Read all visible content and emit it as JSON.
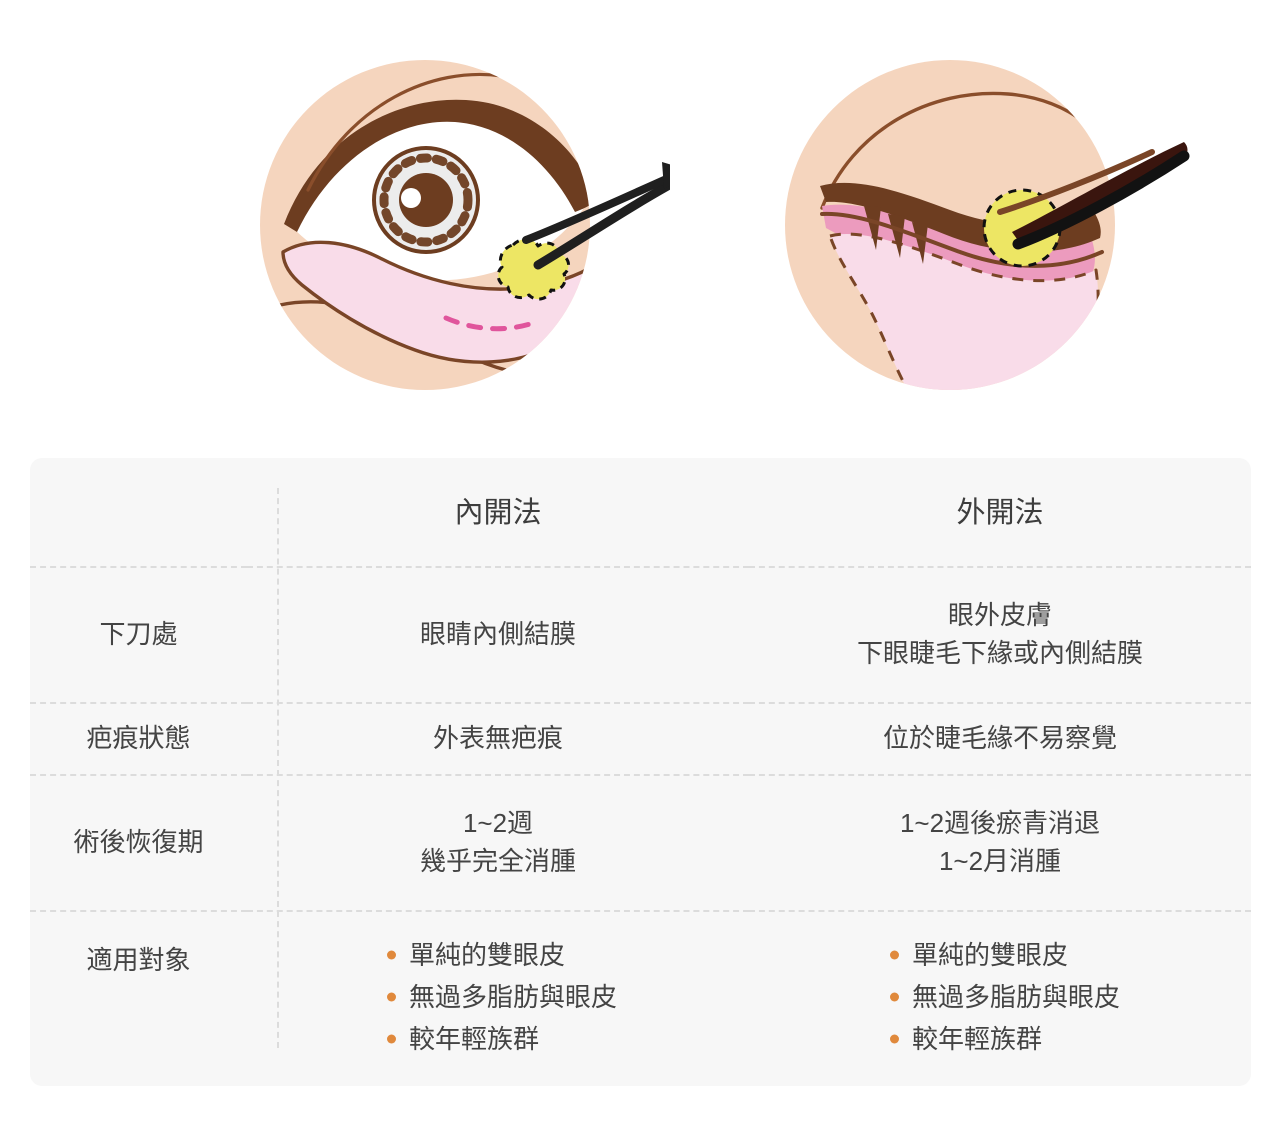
{
  "illustrations": [
    {
      "id": "inner-approach-eye",
      "name": "open-eye-transconjunctival-diagram",
      "colors": {
        "skin": "#f5d5be",
        "outline_brown": "#7a4527",
        "lid_brown": "#6d3d20",
        "eyebag_pink": "#f9dce9",
        "fat_yellow": "#ede664",
        "dashed_pink": "#e0559c",
        "instrument_black": "#1a1a1a",
        "sclera": "#ffffff",
        "iris_light": "#ececec",
        "pupil_brown": "#6d3d20"
      }
    },
    {
      "id": "outer-approach-eye",
      "name": "closed-eye-transcutaneous-diagram",
      "colors": {
        "skin": "#f5d5be",
        "outline_brown": "#7a4527",
        "lid_brown": "#6d3d20",
        "eyebag_pink": "#f9dce9",
        "muscle_pink": "#ec9bbe",
        "fat_yellow": "#ede664",
        "dashed_brown": "#7a4527",
        "instrument_black": "#161616",
        "instrument_dark_red": "#3a150e"
      }
    }
  ],
  "table": {
    "accent_bullet_color": "#e0893c",
    "background_color": "#f7f7f7",
    "divider_color": "#dcdcdc",
    "text_color": "#444444",
    "columns": {
      "label": "",
      "a": "內開法",
      "b": "外開法"
    },
    "rows": [
      {
        "label": "下刀處",
        "a": [
          "眼睛內側結膜"
        ],
        "b": [
          "眼外皮膚",
          "下眼睫毛下緣或內側結膜"
        ]
      },
      {
        "label": "疤痕狀態",
        "a": [
          "外表無疤痕"
        ],
        "b": [
          "位於睫毛緣不易察覺"
        ]
      },
      {
        "label": "術後恢復期",
        "a": [
          "1~2週",
          "幾乎完全消腫"
        ],
        "b": [
          "1~2週後瘀青消退",
          "1~2月消腫"
        ]
      },
      {
        "label": "適用對象",
        "a_bullets": [
          "單純的雙眼皮",
          "無過多脂肪與眼皮",
          "較年輕族群"
        ],
        "b_bullets": [
          "單純的雙眼皮",
          "無過多脂肪與眼皮",
          "較年輕族群"
        ]
      }
    ]
  }
}
